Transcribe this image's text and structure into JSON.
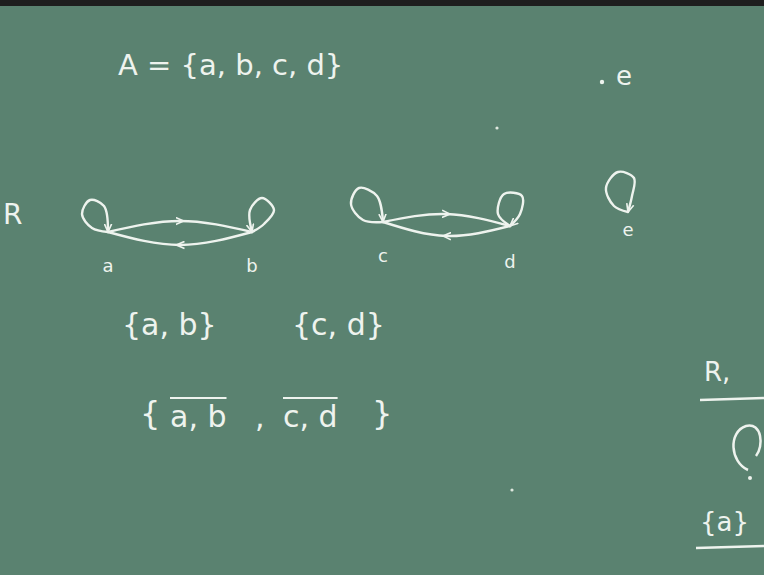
{
  "diagram": {
    "nodes": [
      {
        "text": [
          "a"
        ]
      },
      {
        "text": [
          "b"
        ]
      },
      {
        "text": [
          "c"
        ]
      },
      {
        "text": [
          "d"
        ]
      },
      {
        "text": [
          "e"
        ]
      }
    ],
    "edges": [
      {
        "from": 0,
        "to": 0,
        "arrow": "to"
      },
      {
        "from": 0,
        "to": 1,
        "arrow": "to"
      },
      {
        "from": 1,
        "to": 0,
        "arrow": "to"
      },
      {
        "from": 1,
        "to": 1,
        "arrow": "to"
      },
      {
        "from": 2,
        "to": 2,
        "arrow": "to"
      },
      {
        "from": 2,
        "to": 3,
        "arrow": "to"
      },
      {
        "from": 3,
        "to": 2,
        "arrow": "to"
      },
      {
        "from": 3,
        "to": 3,
        "arrow": "to"
      },
      {
        "from": 4,
        "to": 4,
        "arrow": "to"
      }
    ],
    "labels": [
      "A = {a, b, c, d}",
      "e",
      "{a, b}",
      "{c, d}",
      "{",
      "a, b",
      ",",
      "c, d",
      "}",
      "R",
      "R,",
      "{a}"
    ]
  }
}
